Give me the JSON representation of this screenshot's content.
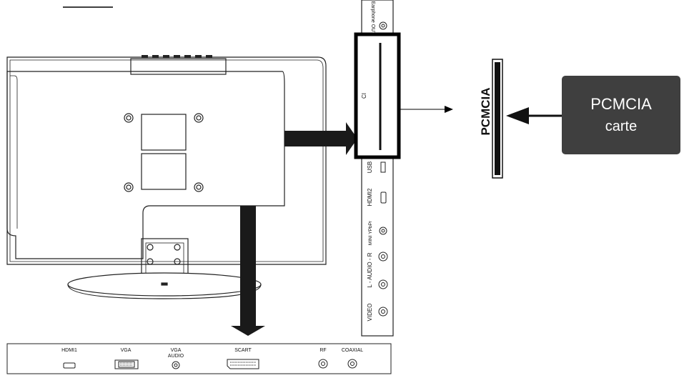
{
  "side_panel": {
    "earphone": "Earphone OUT",
    "ci": "CI",
    "usb": "USB",
    "hdmi2": "HDMI2",
    "mini_ypbpr": "MINI YPbPr",
    "audio": "L - AUDIO - R",
    "video": "VIDEO"
  },
  "bottom_panel": {
    "hdmi1": "HDMI1",
    "vga": "VGA",
    "vga_audio_1": "VGA",
    "vga_audio_2": "AUDIO",
    "scart": "SCART",
    "rf": "RF",
    "coaxial": "COAXIAL"
  },
  "pcmcia_slot_label": "PCMCIA",
  "card": {
    "line1": "PCMCIA",
    "line2": "carte",
    "color": "#3f3f3f"
  },
  "arrow_color": "#1a1a1a"
}
